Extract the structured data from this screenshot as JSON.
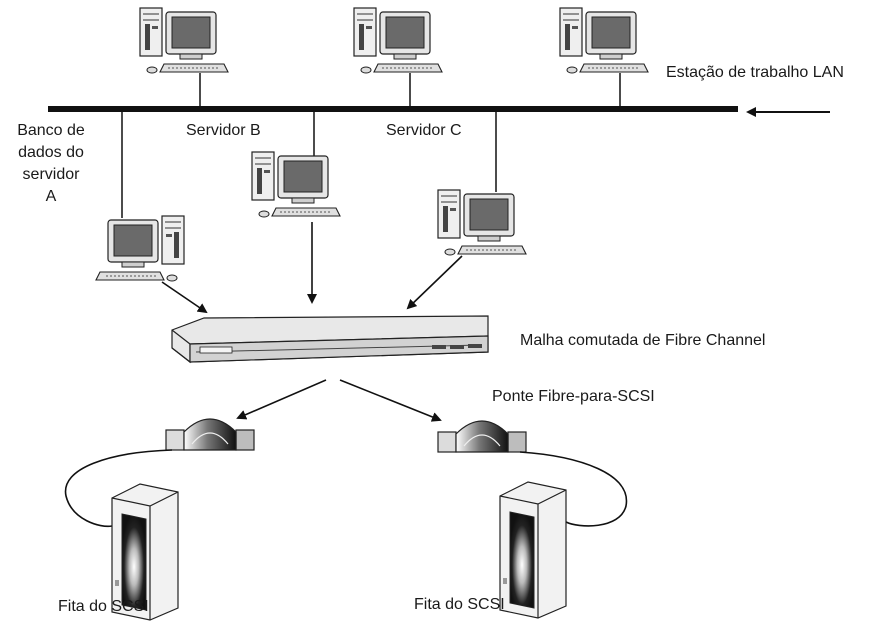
{
  "labels": {
    "lan_workstation": "Estação de trabalho LAN",
    "server_a": [
      "Banco de",
      "dados do",
      "servidor",
      "A"
    ],
    "server_b": "Servidor B",
    "server_c": "Servidor C",
    "fabric": "Malha comutada de Fibre Channel",
    "bridge": "Ponte Fibre-para-SCSI",
    "tape_left": "Fita do SCSI",
    "tape_right": "Fita do SCSI"
  },
  "colors": {
    "line": "#111111",
    "computer_body": "#ececec",
    "screen": "#6a6a6a",
    "switch_top": "#e8e8e8",
    "switch_front": "#d0d0d0"
  },
  "icons": {
    "workstation": "desktop-computer-icon",
    "server": "desktop-computer-icon",
    "switch": "fibre-channel-switch-icon",
    "bridge": "scsi-bridge-icon",
    "tape": "tape-library-icon"
  }
}
